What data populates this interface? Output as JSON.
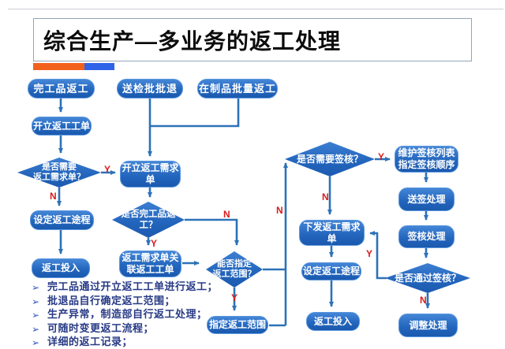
{
  "title": "综合生产—多业务的返工处理",
  "branch_labels": {
    "yes": "Y",
    "no": "N"
  },
  "nodes": {
    "start_finished": "完工品返工",
    "start_batch_reject": "送检批批退",
    "start_wip": "在制品批量返工",
    "open_rework_order": "开立返工工单",
    "need_request_q": "是否需要\n返工需求单？",
    "set_route_left": "设定返工途程",
    "rework_input_left": "返工投入",
    "open_rework_request": "开立返工需求\n单",
    "is_finished_q": "是否完工品返\n工？",
    "link_request_order": "返工需求单关\n联返工工单",
    "can_specify_q": "能否指定\n返工范围？",
    "specify_scope": "指定返工范围",
    "need_sign_q": "是否需要签核？",
    "issue_request": "下发返工需求\n单",
    "set_route_right": "设定返工途程",
    "rework_input_right": "返工投入",
    "maintain_sign_list": "维护签核列表\n指定签核顺序",
    "send_sign": "送签处理",
    "sign_process": "签核处理",
    "pass_sign_q": "是否通过签核？",
    "adjust": "调整处理"
  },
  "bullets": {
    "marker": "➢",
    "items": [
      "完工品通过开立返工工单进行返工；",
      "批退品自行确定返工范围；",
      "生产异常，制造部自行返工处理；",
      "可随时变更返工流程；",
      "详细的返工记录；"
    ]
  },
  "colors": {
    "node_blue": "#2467be",
    "connector_blue": "#2d72b7",
    "branch_label_red": "#da1a1a",
    "accent_orange": "#f2611c",
    "accent_blue": "#2f63e8",
    "bullet_text_navy": "#283a86"
  }
}
